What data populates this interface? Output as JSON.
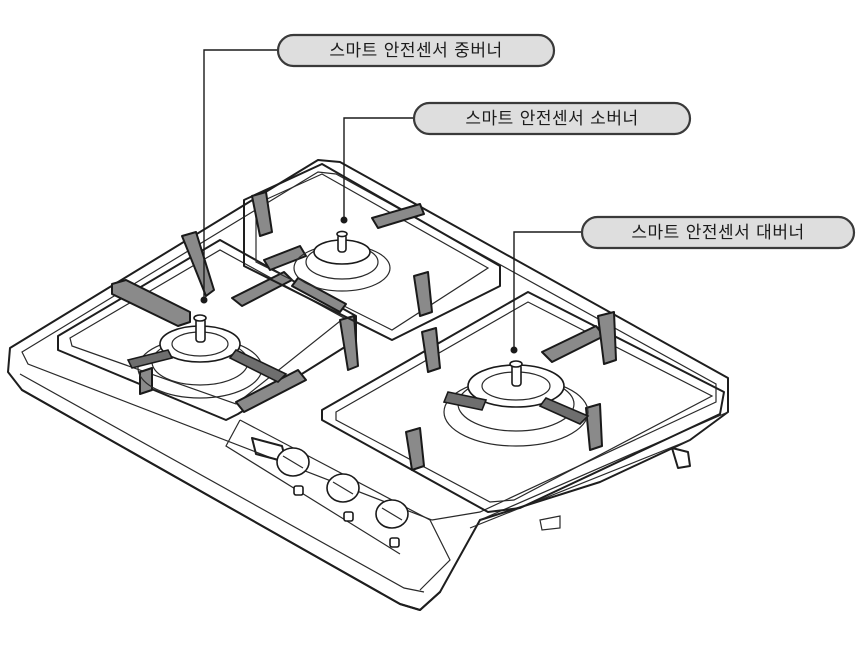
{
  "callouts": {
    "middle_burner": "스마트 안전센서 중버너",
    "small_burner": "스마트 안전센서 소버너",
    "large_burner": "스마트 안전센서 대버너"
  },
  "colors": {
    "callout_fill": "#dedede",
    "grate": "#8a8a8a",
    "outline": "#1a1a1a"
  }
}
